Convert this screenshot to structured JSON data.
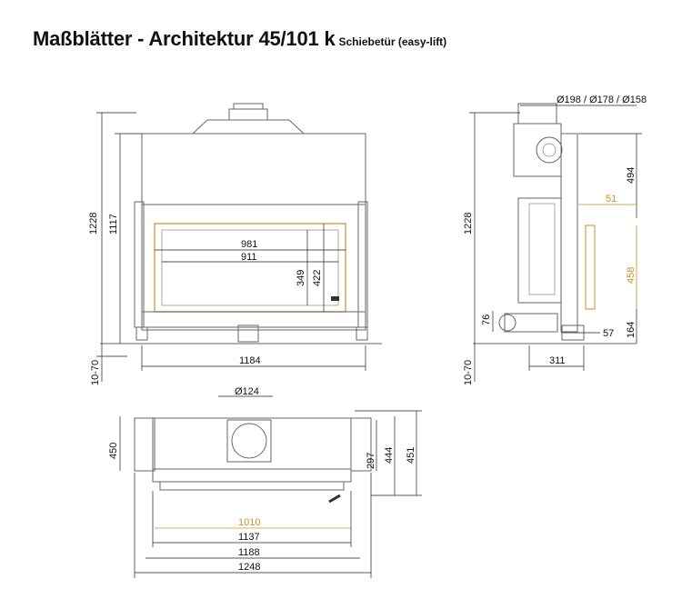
{
  "title": {
    "main": "Maßblätter - Architektur 45/101 k",
    "subtitle": "Schiebetür (easy-lift)"
  },
  "colors": {
    "line": "#666666",
    "dimension": "#222222",
    "highlight": "#c8922a",
    "firebox_outline": "#d9a25a"
  },
  "front_view": {
    "width_overall": "1184",
    "height_total": "1228",
    "height_body": "1117",
    "foot_adjust": "10-70",
    "glass_width": "981",
    "opening_width": "911",
    "opening_height": "349",
    "glass_height": "422"
  },
  "side_view": {
    "flue_diameters": "Ø198 / Ø178 / Ø158",
    "height_total": "1228",
    "upper_height": "494",
    "offset": "51",
    "lift": "458",
    "inlet_height": "76",
    "duct": "57",
    "bottom": "164",
    "depth": "311",
    "foot_adjust": "10-70"
  },
  "top_view": {
    "flue_diameter": "Ø124",
    "depth_left": "450",
    "depth_inner": "297",
    "depth_mid": "444",
    "depth_outer": "451",
    "glass_width": "1010",
    "width_inner": "1137",
    "width_mid": "1188",
    "width_outer": "1248"
  }
}
